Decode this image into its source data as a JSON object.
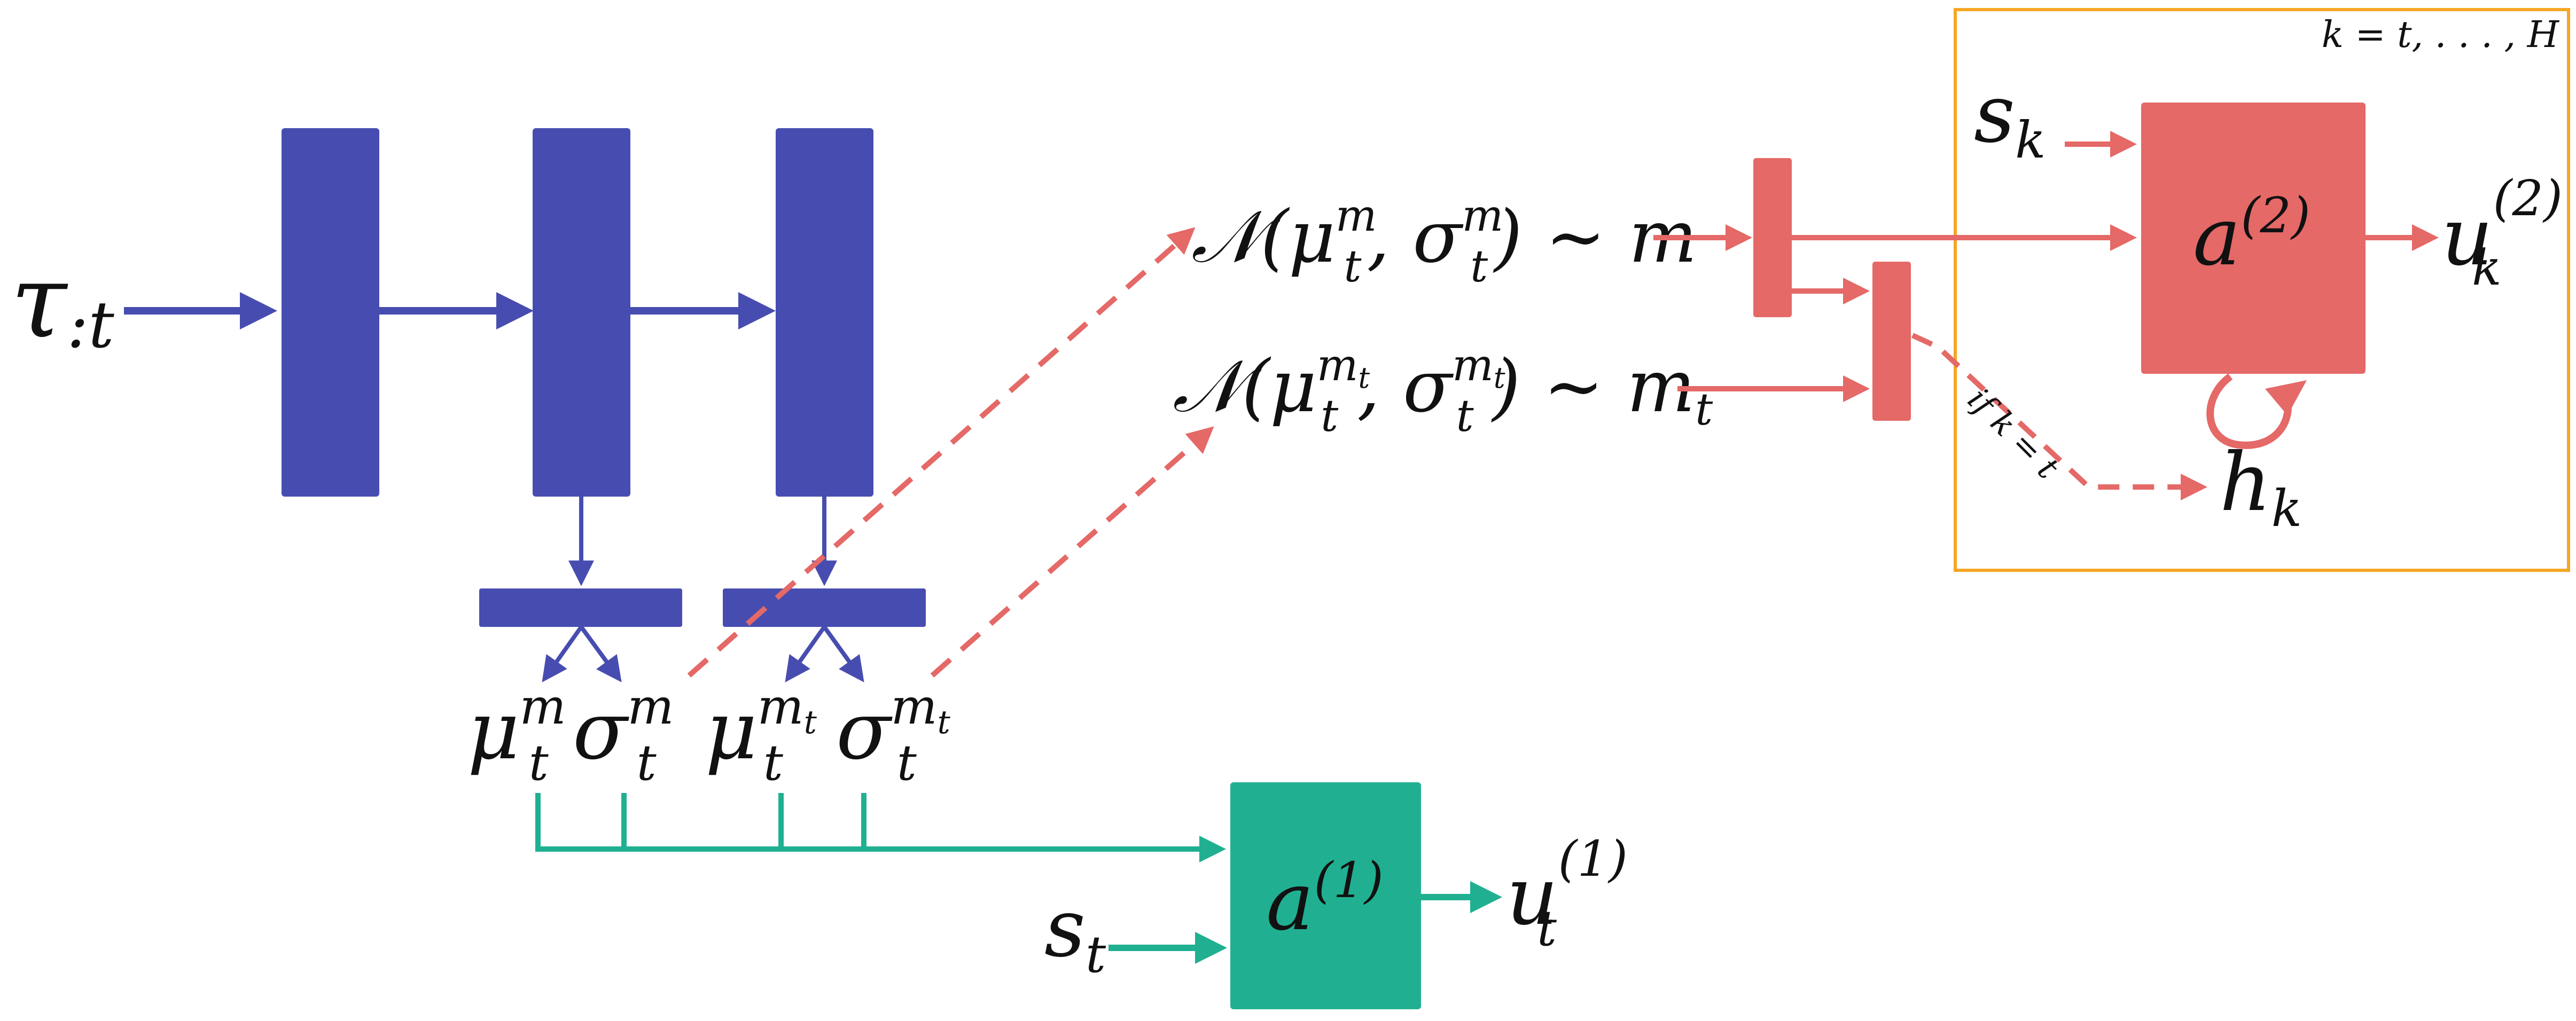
{
  "colors": {
    "encoder": "#474db0",
    "model": "#e46967",
    "policy1": "#20b091",
    "frame": "#f5a623",
    "text": "#111111"
  },
  "labels": {
    "tau": "τ",
    "tau_sub": ":t",
    "mu_m": "μ",
    "mu_m_sub": "t",
    "mu_m_sup": "m",
    "sigma_m": "σ",
    "sigma_m_sub": "t",
    "sigma_m_sup": "m",
    "mu_mt": "μ",
    "mu_mt_sub": "t",
    "mu_mt_sup": "m",
    "mu_mt_supsub": "t",
    "sigma_mt": "σ",
    "sigma_mt_sub": "t",
    "sigma_mt_sup": "m",
    "sigma_mt_supsub": "t",
    "normal_m_prefix": "𝒩(",
    "normal_m_mu": "μ",
    "normal_m_mu_sub": "t",
    "normal_m_mu_sup": "m",
    "normal_m_comma": ", ",
    "normal_m_sigma": "σ",
    "normal_m_sigma_sub": "t",
    "normal_m_sigma_sup": "m",
    "normal_m_suffix": ") ∼ m",
    "normal_mt_prefix": "𝒩(",
    "normal_mt_mu": "μ",
    "normal_mt_mu_sub": "t",
    "normal_mt_mu_sup": "m",
    "normal_mt_mu_supsub": "t",
    "normal_mt_comma": ", ",
    "normal_mt_sigma": "σ",
    "normal_mt_sigma_sub": "t",
    "normal_mt_sigma_sup": "m",
    "normal_mt_sigma_supsub": "t",
    "normal_mt_suffix": ") ∼ m",
    "normal_mt_suffix_sub": "t",
    "frame_label": "k = t, . . . , H",
    "s_k": "s",
    "s_k_sub": "k",
    "a2": "a",
    "a2_sup": "(2)",
    "u_k": "u",
    "u_k_sub": "k",
    "u_k_sup": "(2)",
    "h_k": "h",
    "h_k_sub": "k",
    "if_label": "if k = t",
    "a1": "a",
    "a1_sup": "(1)",
    "u_t": "u",
    "u_t_sub": "t",
    "u_t_sup": "(1)",
    "s_t": "s",
    "s_t_sub": "t"
  }
}
